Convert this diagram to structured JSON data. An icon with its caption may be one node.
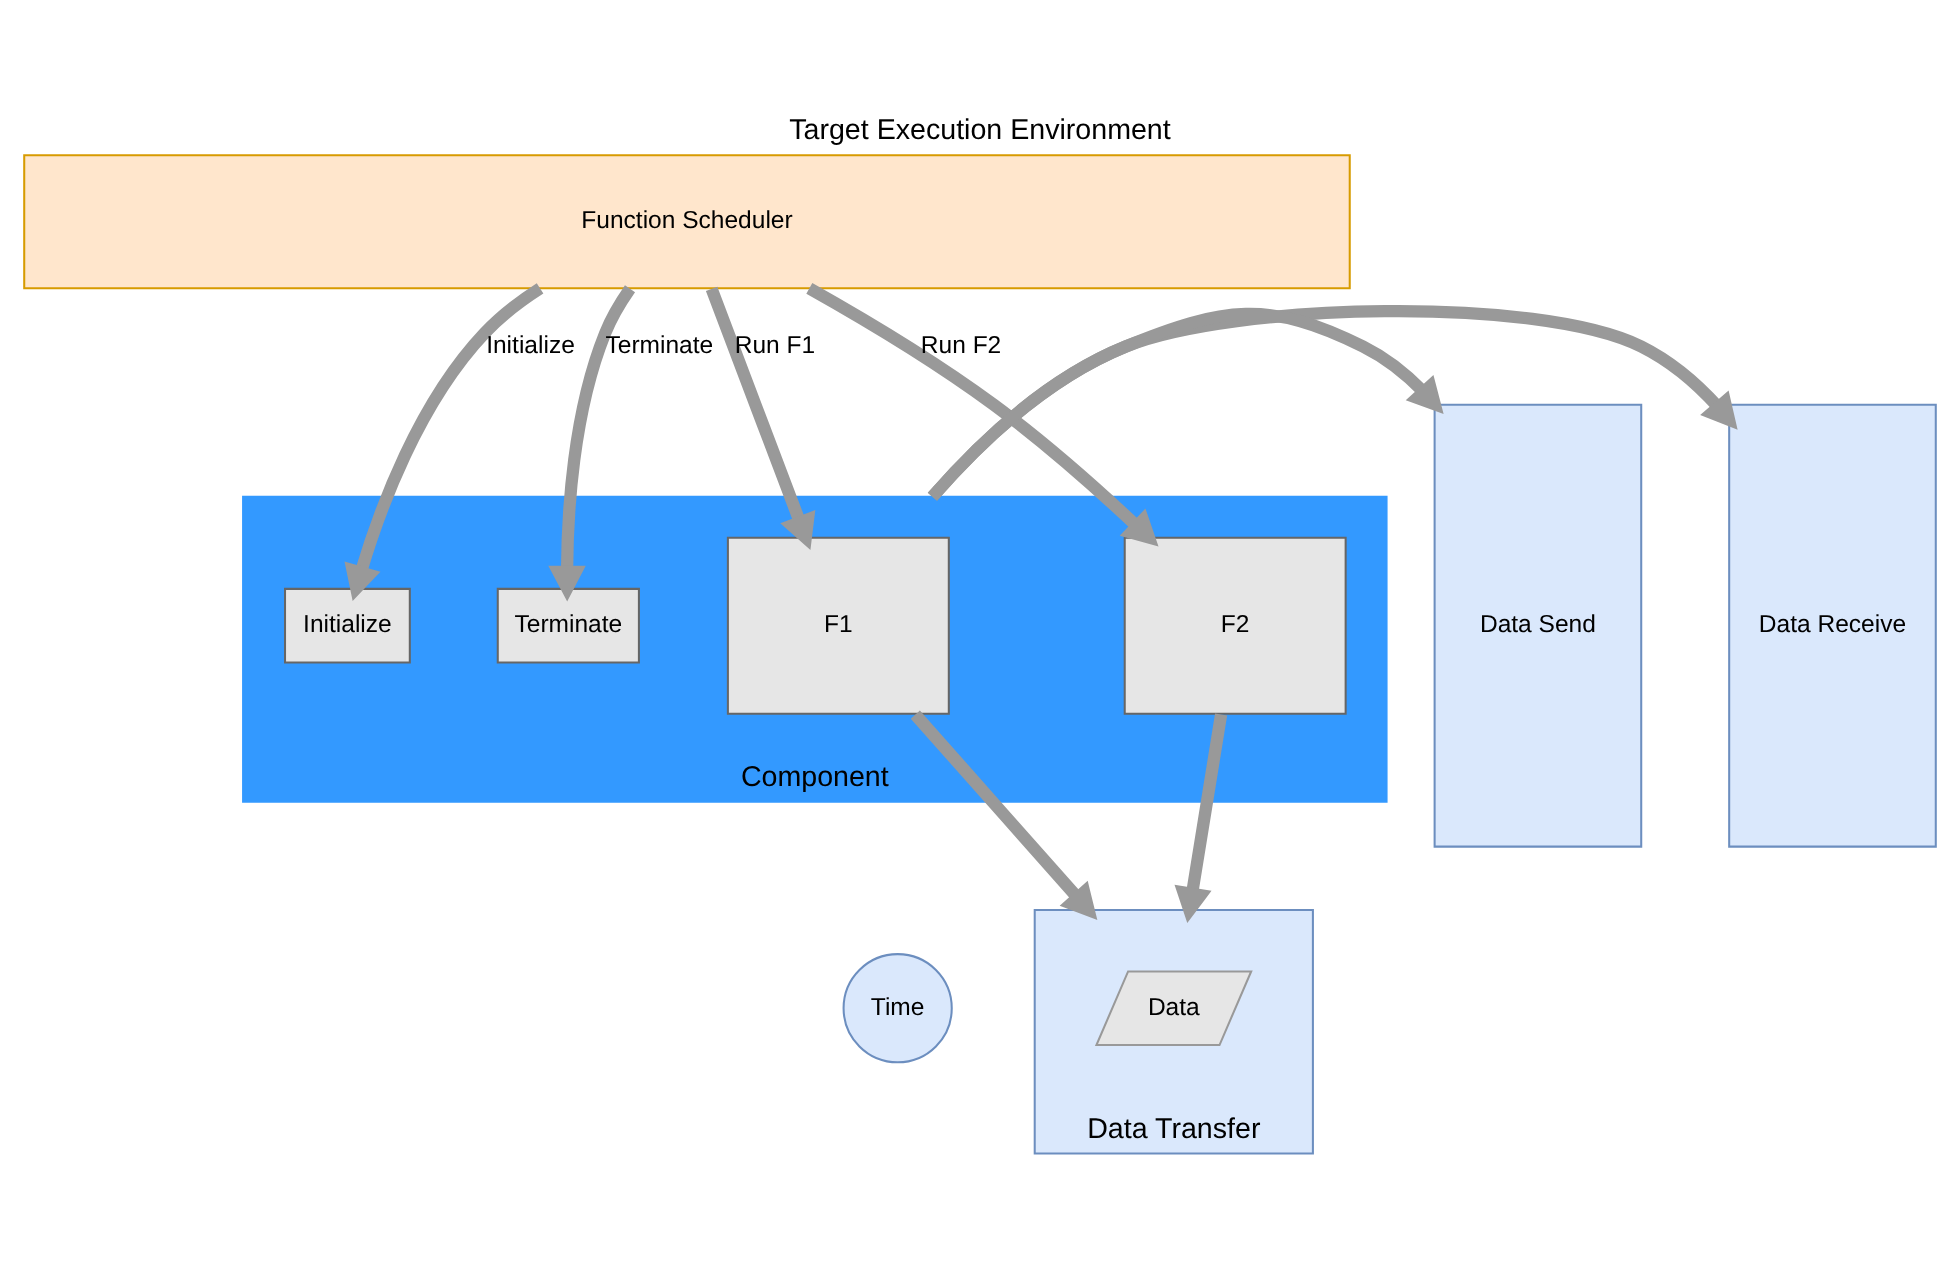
{
  "diagram": {
    "title": "Target Execution Environment",
    "nodes": [
      {
        "text": [
          "Function Scheduler"
        ]
      },
      {
        "text": [
          "Component"
        ]
      },
      {
        "text": [
          "Initialize"
        ],
        "in": 1
      },
      {
        "text": [
          "Terminate"
        ],
        "in": 1
      },
      {
        "text": [
          "F1"
        ],
        "in": 1
      },
      {
        "text": [
          "F2"
        ],
        "in": 1
      },
      {
        "text": [
          "Time"
        ]
      },
      {
        "text": [
          "Data Receive"
        ]
      },
      {
        "text": [
          "Data Send"
        ]
      },
      {
        "text": [
          "Data Transfer"
        ]
      },
      {
        "text": [
          "Data"
        ],
        "in": 9
      }
    ],
    "edges": [
      {
        "from": 0,
        "to": 2,
        "arrow": "to",
        "label": "Initialize"
      },
      {
        "from": 0,
        "to": 4,
        "arrow": "to",
        "label": "Run F1"
      },
      {
        "from": 0,
        "to": 5,
        "arrow": "to",
        "label": "Run F2"
      },
      {
        "from": 0,
        "to": 3,
        "arrow": "to",
        "label": "Terminate"
      },
      {
        "from": 1,
        "to": 7,
        "arrow": "to"
      },
      {
        "from": 1,
        "to": 8,
        "arrow": "to"
      },
      {
        "from": 4,
        "to": 9,
        "arrow": "to"
      },
      {
        "from": 5,
        "to": 9,
        "arrow": "to"
      }
    ]
  }
}
